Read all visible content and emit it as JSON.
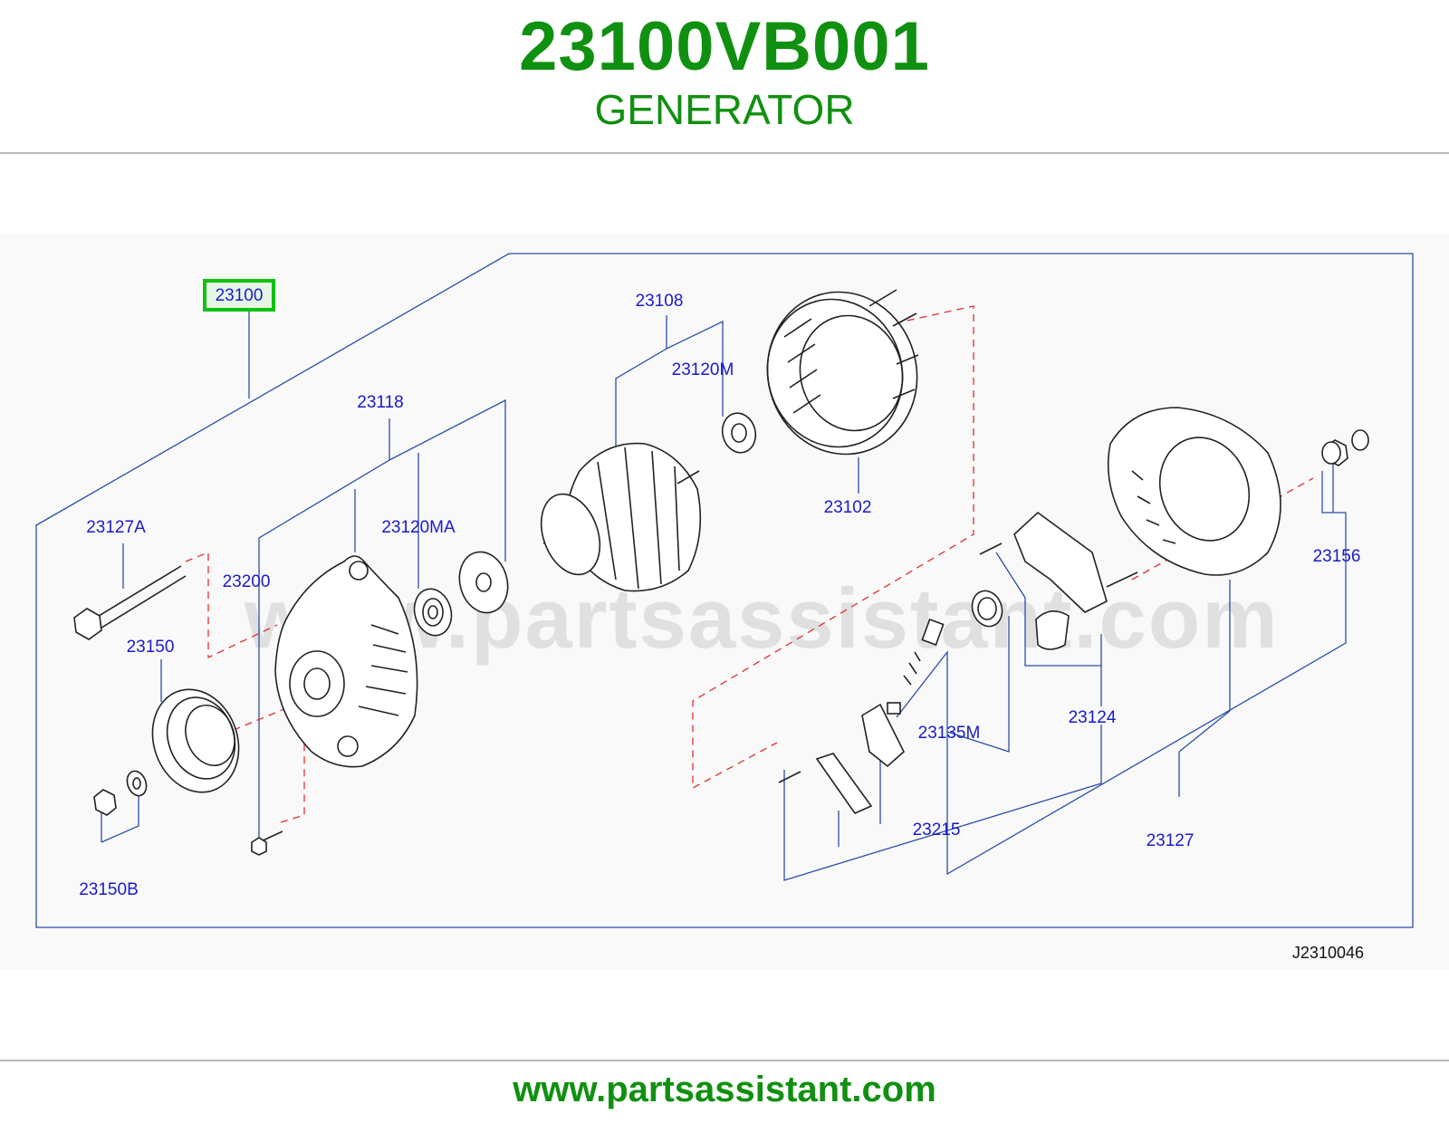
{
  "header": {
    "part_number": "23100VB001",
    "part_name": "GENERATOR"
  },
  "footer": {
    "url": "www.partsassistant.com"
  },
  "diagram": {
    "watermark": "www.partsassistant.com",
    "reference_code": "J2310046",
    "highlighted_label": "23100",
    "highlight_color": "#11c011",
    "label_color": "#1a1acc",
    "line_color": "#2c4ea8",
    "axis_color": "#e03030",
    "labels": {
      "l_23100": "23100",
      "l_23108": "23108",
      "l_23120m": "23120M",
      "l_23118": "23118",
      "l_23102": "23102",
      "l_23127a": "23127A",
      "l_23120ma": "23120MA",
      "l_23200": "23200",
      "l_23150": "23150",
      "l_23150b": "23150B",
      "l_23156": "23156",
      "l_23124": "23124",
      "l_23135m": "23135M",
      "l_23215": "23215",
      "l_23127": "23127"
    }
  }
}
